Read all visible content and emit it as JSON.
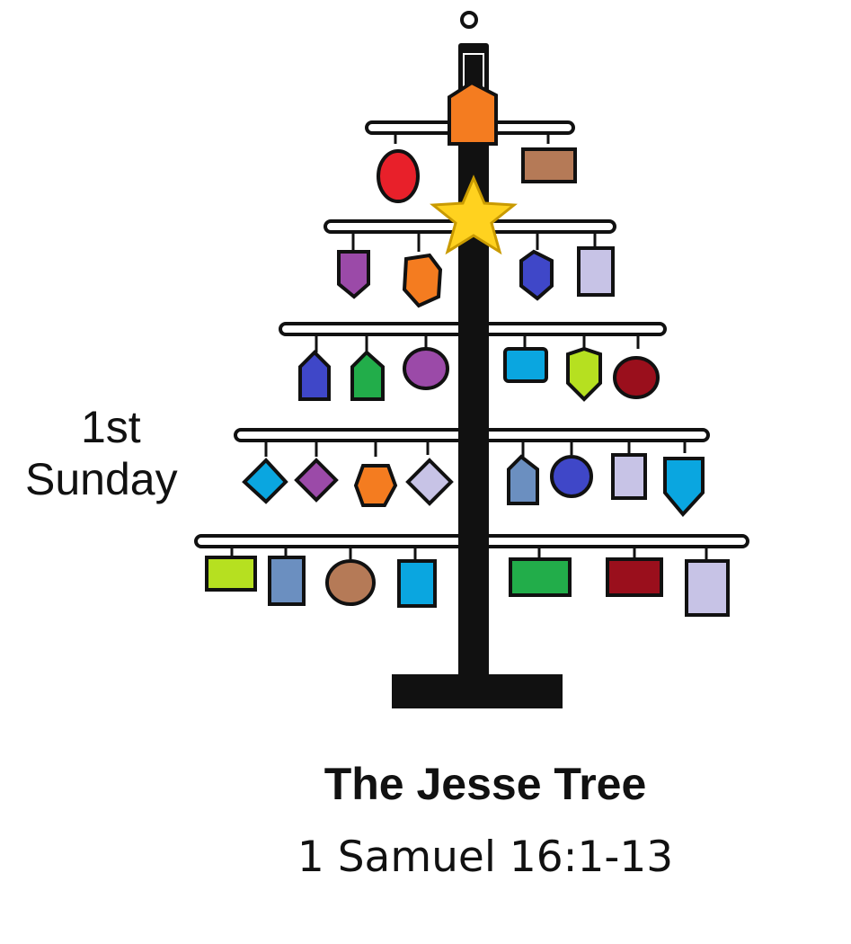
{
  "label": {
    "line1": "1st",
    "line2": "Sunday"
  },
  "title": "The Jesse Tree",
  "subtitle": "1 Samuel 16:1-13",
  "colors": {
    "ink": "#111111",
    "red": "#e8202a",
    "orange": "#f47c20",
    "brown": "#b57a57",
    "purple": "#9b4aa8",
    "blue": "#3f47c8",
    "lavender": "#c7c3e6",
    "green": "#22ad4a",
    "cyan": "#0aa6e0",
    "lime": "#b6e020",
    "darkred": "#9a0f1c",
    "slate": "#6b8fc0",
    "star": "#ffd21f"
  }
}
